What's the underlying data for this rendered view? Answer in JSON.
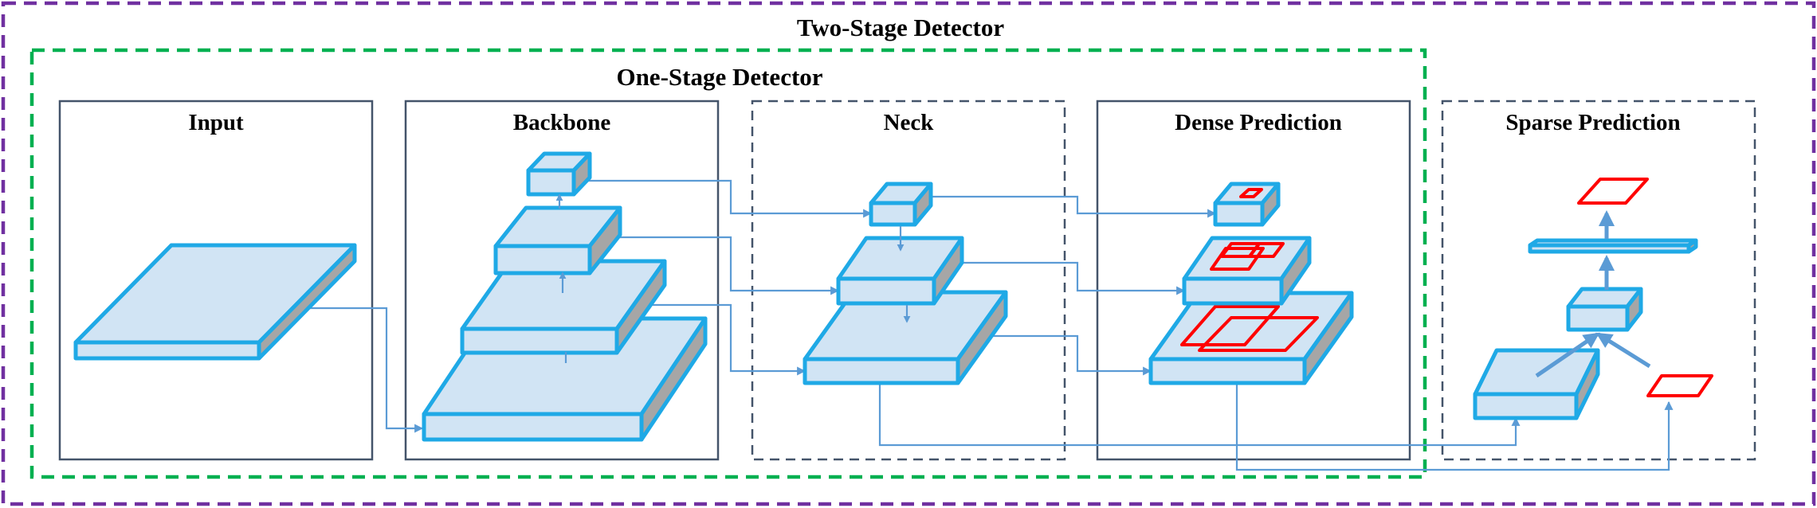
{
  "outer": {
    "title": "Two-Stage Detector"
  },
  "inner": {
    "title": "One-Stage Detector"
  },
  "panels": {
    "input": "Input",
    "backbone": "Backbone",
    "neck": "Neck",
    "dense": "Dense Prediction",
    "sparse": "Sparse Prediction"
  },
  "colors": {
    "two_stage_border": "#7030A0",
    "one_stage_border": "#00B050",
    "panel_border": "#44546A",
    "block_fill": "#D1E4F4",
    "block_edge": "#1FA9E6",
    "block_side": "#A6A6A6",
    "connector": "#5B9BD5",
    "prediction_box": "#FF0000"
  }
}
